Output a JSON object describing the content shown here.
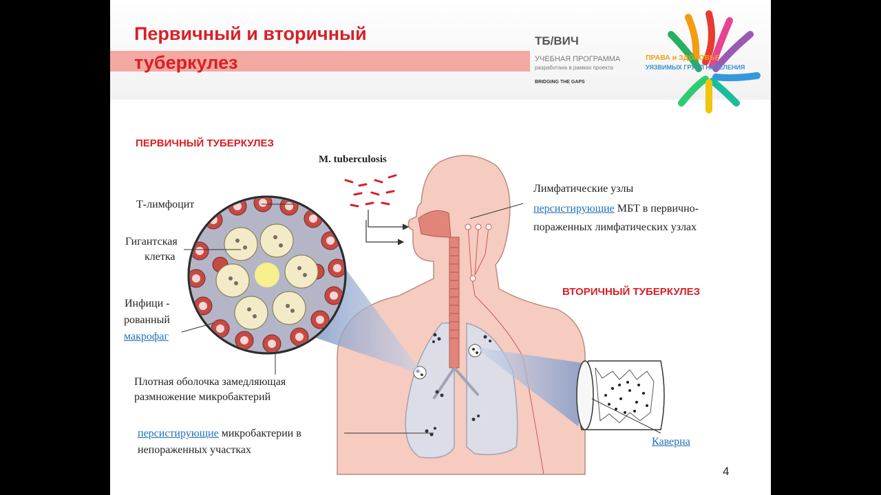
{
  "header": {
    "title_line1": "Первичный и вторичный",
    "title_line2": "туберкулез",
    "program_name": "ТБ/ВИЧ",
    "program_line1": "УЧЕБНАЯ ПРОГРАММА",
    "program_line2": "разработана в рамках проекта",
    "bridging_logo": "BRIDGING THE GAPS",
    "rights_logo_line1": "ПРАВА и ЗДОРОВЬЕ",
    "rights_logo_line2": "УЯЗВИМЫХ ГРУПП НАСЕЛЕНИЯ"
  },
  "diagram": {
    "primary_heading": "ПЕРВИЧНЫЙ ТУБЕРКУЛЕЗ",
    "secondary_heading": "ВТОРИЧНЫЙ ТУБЕРКУЛЕЗ",
    "bacteria_label": "M. tuberculosis",
    "t_lymphocyte": "Т-лимфоцит",
    "giant_cell_1": "Гигантская",
    "giant_cell_2": "клетка",
    "infected_1": "Инфици -",
    "infected_2": "рованный",
    "infected_3_link": "макрофаг",
    "capsule_1": "Плотная оболочка замедляющая",
    "capsule_2": "размножение микробактерий",
    "persist_link": "персистирующие",
    "persist_rest_1": " микробактерии в",
    "persist_2": "непораженных участках",
    "lymph_1": "Лимфатические узлы",
    "lymph_2_link": "персистирующие",
    "lymph_2_rest": " МБТ в первично-",
    "lymph_3": "пораженных лимфатических узлах",
    "cavern_link": "Каверна"
  },
  "page_number": "4",
  "colors": {
    "title_red": "#d91f26",
    "title_bar": "#f4a8a2",
    "body_fill": "#f6cbc0",
    "lung_fill": "#dcdde6",
    "zoom_blue": "#7f97c4",
    "link_blue": "#1f6fb8"
  }
}
